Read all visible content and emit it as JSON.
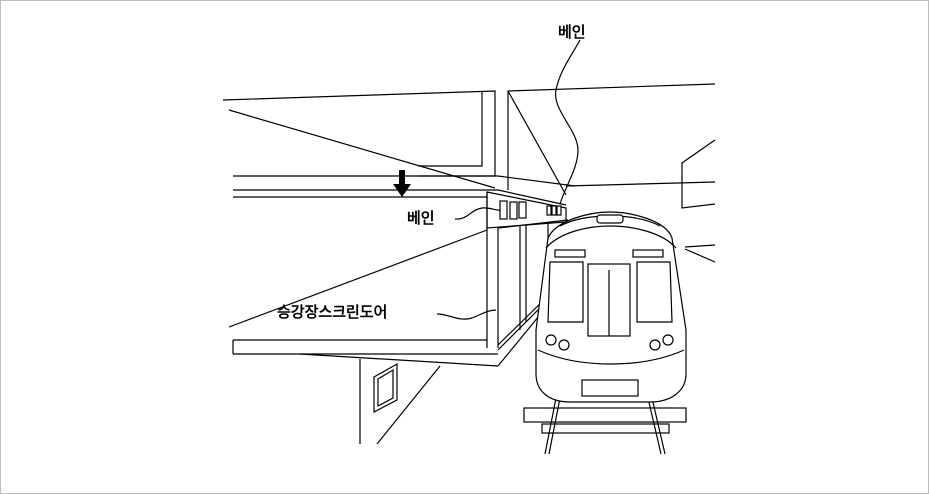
{
  "labels": {
    "vane_top": "베인",
    "vane_mid": "베인",
    "psd": "승강장스크린도어"
  }
}
